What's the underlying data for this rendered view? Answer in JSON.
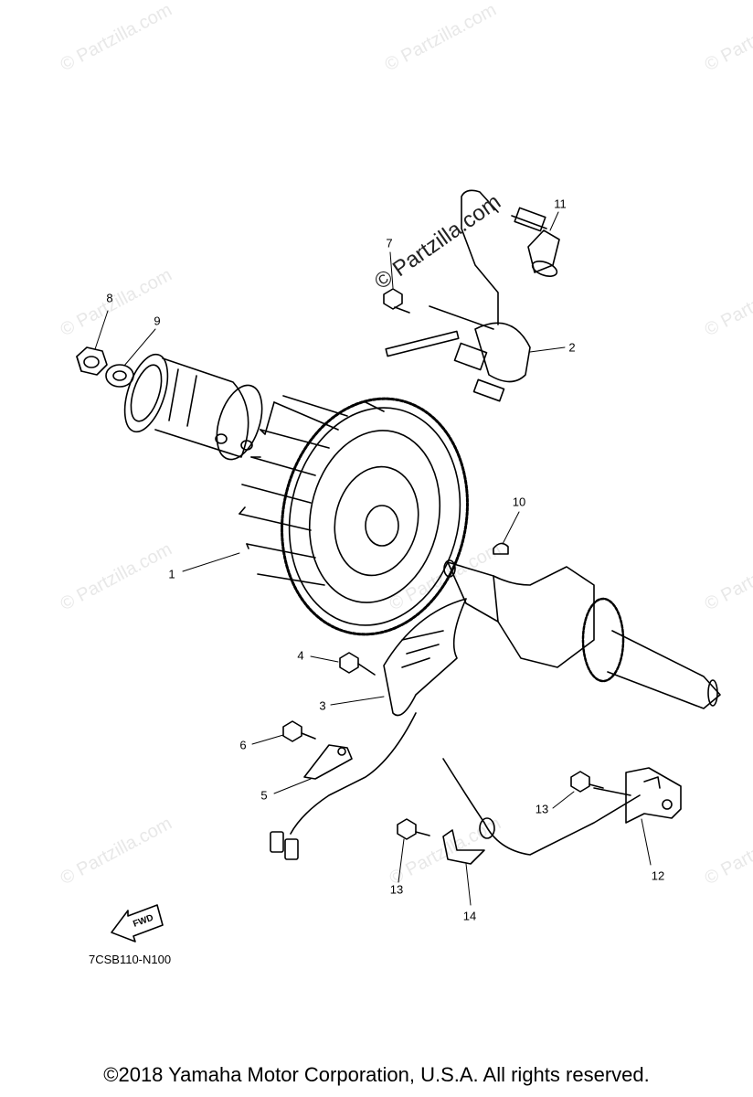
{
  "watermark": "© Partzilla.com",
  "callouts": [
    {
      "id": "1",
      "text": "1"
    },
    {
      "id": "2",
      "text": "2"
    },
    {
      "id": "3",
      "text": "3"
    },
    {
      "id": "4",
      "text": "4"
    },
    {
      "id": "5",
      "text": "5"
    },
    {
      "id": "6",
      "text": "6"
    },
    {
      "id": "7",
      "text": "7"
    },
    {
      "id": "8",
      "text": "8"
    },
    {
      "id": "9",
      "text": "9"
    },
    {
      "id": "10",
      "text": "10"
    },
    {
      "id": "11",
      "text": "11"
    },
    {
      "id": "12",
      "text": "12"
    },
    {
      "id": "13a",
      "text": "13"
    },
    {
      "id": "13b",
      "text": "13"
    },
    {
      "id": "14",
      "text": "14"
    }
  ],
  "fwd_label": "FWD",
  "diagram_code": "7CSB110-N100",
  "copyright": "©2018  Yamaha Motor Corporation, U.S.A. All rights reserved."
}
